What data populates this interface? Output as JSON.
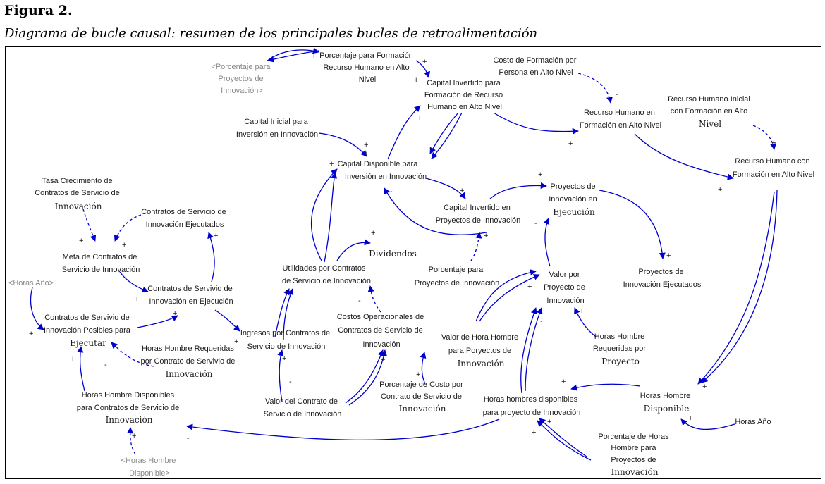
{
  "figure": {
    "number": "Figura 2.",
    "caption": "Diagrama de bucle causal: resumen de los principales bucles de retroalimentación"
  },
  "nodes": {
    "pct_formacion_ref": [
      "<Porcentaje para",
      "Proyectos de",
      "Innovación>"
    ],
    "pct_formacion": [
      "Porcentaje para Formación",
      "Recurso Humano en Alto",
      "Nivel"
    ],
    "costo_formacion": [
      "Costo de Formación por",
      "Persona en Alto Nivel"
    ],
    "capital_inv_formacion": [
      "Capital Invertido para",
      "Formación de Recurso",
      "Humano en Alto Nivel"
    ],
    "rh_inicial": [
      "Recurso Humano Inicial",
      "con Formación en Alto",
      "Nivel"
    ],
    "rh_en_formacion": [
      "Recurso Humano en",
      "Formación en Alto Nivel"
    ],
    "capital_inicial": [
      "Capital Inicial para",
      "Inversión en Innovación"
    ],
    "capital_disponible": [
      "Capital Disponible para",
      "Inversión en Innovación"
    ],
    "rh_formado": [
      "Recurso Humano con",
      "Formación en Alto Nivel"
    ],
    "tasa_crecimiento": [
      "Tasa Crecimiento de",
      "Contratos de Servicio de",
      "Innovación"
    ],
    "contratos_ejecutados": [
      "Contratos de Servicio de",
      "Innovación Ejecutados"
    ],
    "proyectos_ejecucion": [
      "Proyectos de",
      "Innovación en",
      "Ejecución"
    ],
    "capital_inv_proyectos": [
      "Capital Invertido en",
      "Proyectos de Innovación"
    ],
    "meta_contratos": [
      "Meta de Contratos de",
      "Servicio de Innovación"
    ],
    "dividendos": [
      "Dividendos"
    ],
    "utilidades": [
      "Utilidades por Contratos",
      "de Servicio de Innovación"
    ],
    "pct_proyectos": [
      "Porcentaje para",
      "Proyectos de Innovación"
    ],
    "valor_proyecto": [
      "Valor por",
      "Proyecto de",
      "Innovación"
    ],
    "proyectos_ejecutados": [
      "Proyectos de",
      "Innovación Ejecutados"
    ],
    "horas_ano_ref": [
      "<Horas Año>"
    ],
    "contratos_ejecucion": [
      "Contratos de Servivio de",
      "Innovación en Ejecución"
    ],
    "contratos_posibles": [
      "Contratos de Servivio de",
      "Innovación Posibles para",
      "Ejecutar"
    ],
    "costos_operacionales": [
      "Costos Operacionales de",
      "Contratos de Servicio de",
      "Innovación"
    ],
    "ingresos": [
      "Ingresos por Contratos de",
      "Servicio de Innovación"
    ],
    "valor_hora_hombre": [
      "Valor de Hora Hombre",
      "para Poryectos de",
      "Innovación"
    ],
    "horas_req_proyecto": [
      "Horas Hombre",
      "Requeridas por",
      "Proyecto"
    ],
    "horas_req_contrato": [
      "Horas Hombre Requeridas",
      "por Contrato de Servivio de",
      "Innovación"
    ],
    "pct_costo": [
      "Porcentaje de Costo por",
      "Contrato de Servicio de",
      "Innovación"
    ],
    "horas_disp_contratos": [
      "Horas Hombre Disponibles",
      "para Contratos de Servicio de",
      "Innovación"
    ],
    "valor_contrato": [
      "Valor del Contrato de",
      "Servicio de Innovación"
    ],
    "horas_disp_proyecto": [
      "Horas hombres disponibles",
      "para proyecto de Innovación"
    ],
    "horas_disponible": [
      "Horas Hombre",
      "Disponible"
    ],
    "horas_ano": [
      "Horas Año"
    ],
    "pct_horas": [
      "Porcentaje de Horas",
      "Hombre para",
      "Proyectos de",
      "Innovación"
    ],
    "horas_disponible_ref": [
      "<Horas Hombre",
      "Disponible>"
    ]
  },
  "polarity_signs": [
    "+",
    "+",
    "+",
    "-",
    "+",
    "+",
    "+",
    "+",
    "+",
    "+",
    "+",
    "-",
    "+",
    "+",
    "-",
    "+",
    "+",
    "+",
    "+",
    "+",
    "+",
    "+",
    "-",
    "+",
    "+",
    "+",
    "+",
    "-",
    "+",
    "-",
    "+",
    "+",
    "+",
    "+",
    "-",
    "+",
    "-",
    "+",
    "+",
    "+",
    "+",
    "+",
    "+",
    "-",
    "+"
  ]
}
